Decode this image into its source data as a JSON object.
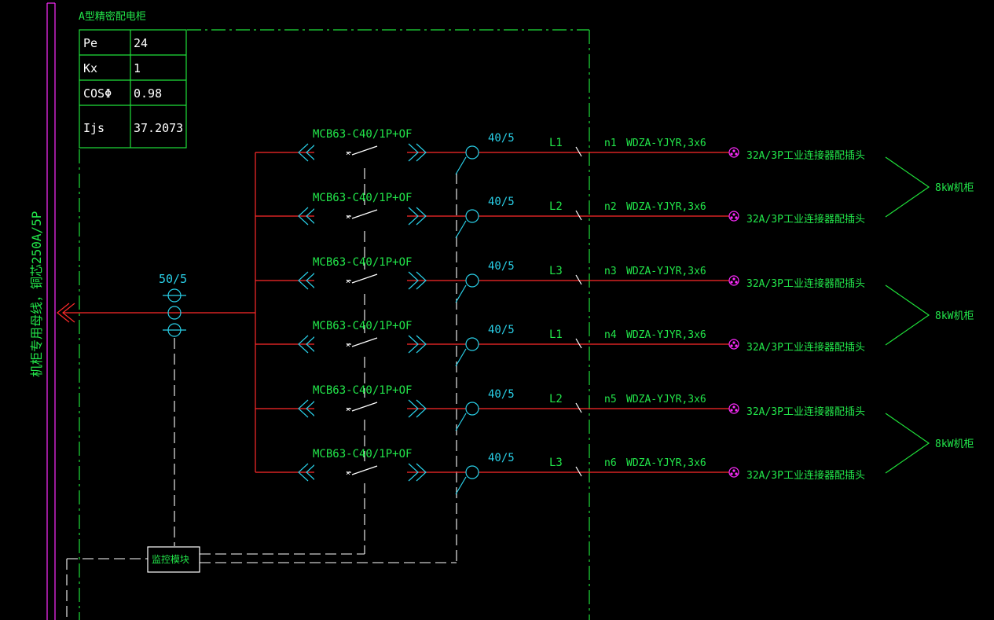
{
  "colors": {
    "background": "#000000",
    "red": "#ff2a2a",
    "green": "#1fe03a",
    "cyan": "#29d0e8",
    "magenta": "#ff2bff",
    "white": "#ffffff"
  },
  "cabinet_title": "A型精密配电柜",
  "load_table": [
    {
      "label": "Pe",
      "value": "24"
    },
    {
      "label": "Kx",
      "value": "1"
    },
    {
      "label": "COSΦ",
      "value": "0.98"
    },
    {
      "label": "Ijs",
      "value": "37.2073"
    }
  ],
  "busbar_label": "机柜专用母线，铜芯250A/5P",
  "main_ct_label": "50/5",
  "monitor_module_label": "监控模块",
  "circuits": [
    {
      "breaker": "MCB63-C40/1P+OF",
      "ct": "40/5",
      "phase": "L1",
      "neutral": "n1",
      "cable": "WDZA-YJYR,3x6",
      "connector": "32A/3P工业连接器配插头"
    },
    {
      "breaker": "MCB63-C40/1P+OF",
      "ct": "40/5",
      "phase": "L2",
      "neutral": "n2",
      "cable": "WDZA-YJYR,3x6",
      "connector": "32A/3P工业连接器配插头"
    },
    {
      "breaker": "MCB63-C40/1P+OF",
      "ct": "40/5",
      "phase": "L3",
      "neutral": "n3",
      "cable": "WDZA-YJYR,3x6",
      "connector": "32A/3P工业连接器配插头"
    },
    {
      "breaker": "MCB63-C40/1P+OF",
      "ct": "40/5",
      "phase": "L1",
      "neutral": "n4",
      "cable": "WDZA-YJYR,3x6",
      "connector": "32A/3P工业连接器配插头"
    },
    {
      "breaker": "MCB63-C40/1P+OF",
      "ct": "40/5",
      "phase": "L2",
      "neutral": "n5",
      "cable": "WDZA-YJYR,3x6",
      "connector": "32A/3P工业连接器配插头"
    },
    {
      "breaker": "MCB63-C40/1P+OF",
      "ct": "40/5",
      "phase": "L3",
      "neutral": "n6",
      "cable": "WDZA-YJYR,3x6",
      "connector": "32A/3P工业连接器配插头"
    }
  ],
  "rack_groups": [
    {
      "label": "8kW机柜"
    },
    {
      "label": "8kW机柜"
    },
    {
      "label": "8kW机柜"
    }
  ]
}
